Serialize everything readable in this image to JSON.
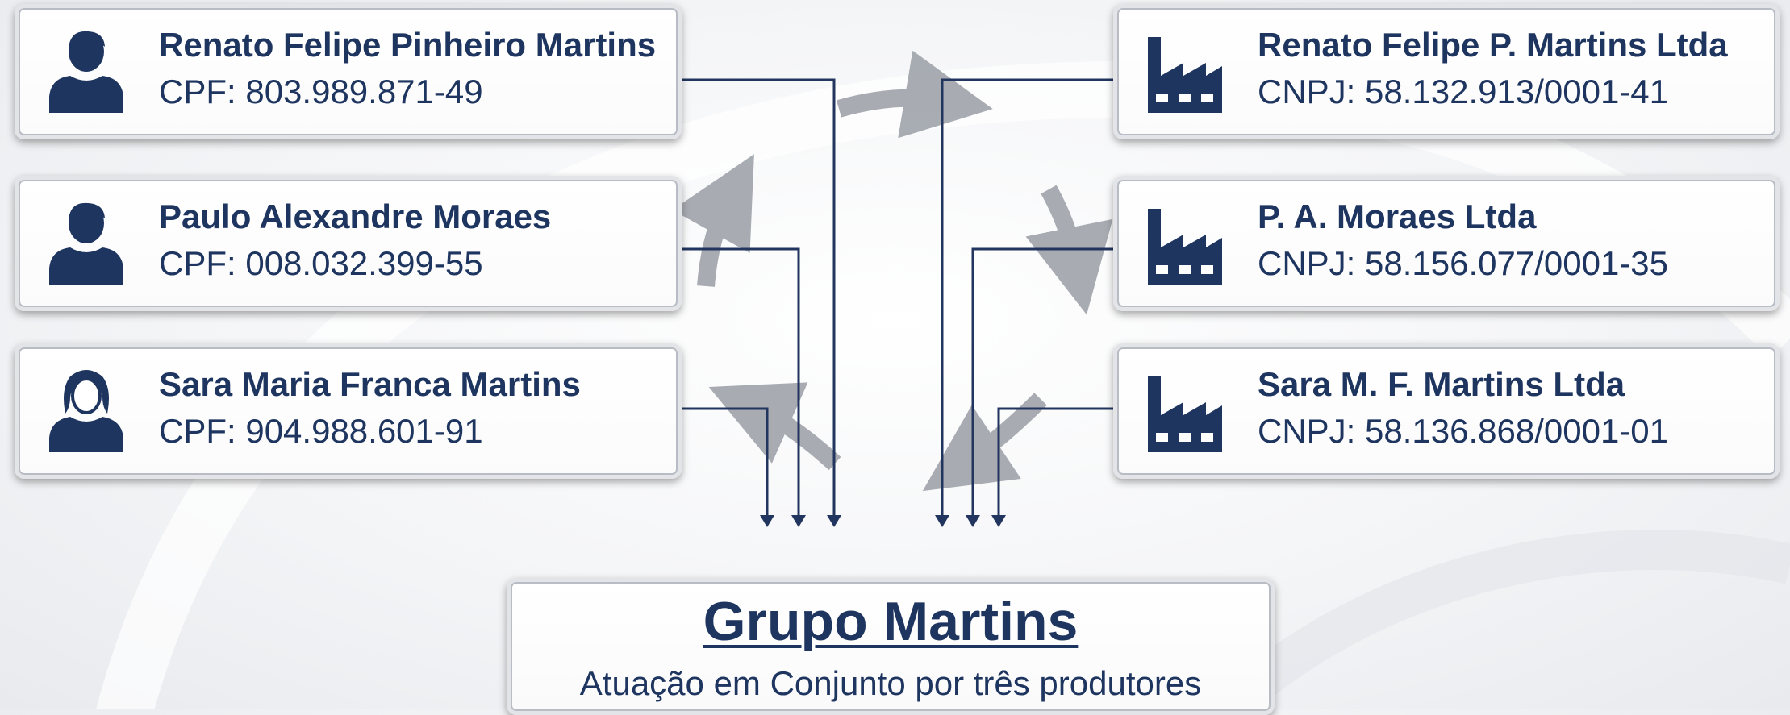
{
  "colors": {
    "navy": "#1e3560",
    "connector": "#22355e",
    "arrow_gray": "#9a9fa6"
  },
  "people": [
    {
      "name": "Renato Felipe Pinheiro Martins",
      "doc": "CPF: 803.989.871-49",
      "icon": "male-person-icon"
    },
    {
      "name": "Paulo Alexandre Moraes",
      "doc": "CPF: 008.032.399-55",
      "icon": "male-person-icon"
    },
    {
      "name": "Sara Maria Franca Martins",
      "doc": "CPF: 904.988.601-91",
      "icon": "female-person-icon"
    }
  ],
  "companies": [
    {
      "name": "Renato Felipe P. Martins Ltda",
      "doc": "CNPJ: 58.132.913/0001-41",
      "icon": "factory-icon"
    },
    {
      "name": "P. A. Moraes Ltda",
      "doc": "CNPJ: 58.156.077/0001-35",
      "icon": "factory-icon"
    },
    {
      "name": "Sara M. F. Martins Ltda",
      "doc": "CNPJ: 58.136.868/0001-01",
      "icon": "factory-icon"
    }
  ],
  "group": {
    "title": "Grupo Martins",
    "subtitle": "Atuação em Conjunto por três produtores"
  }
}
